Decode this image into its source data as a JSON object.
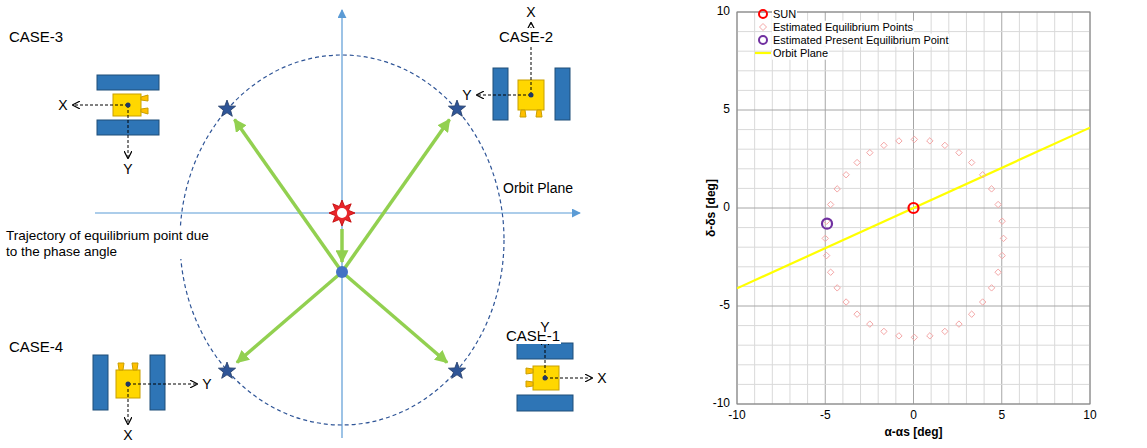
{
  "diagram": {
    "labels": [
      "CASE-3",
      "X",
      "Y",
      "CASE-2",
      "X",
      "Y",
      "Orbit Plane",
      "Trajectory of equilibrium point due to the phase angle",
      "CASE-4",
      "Y",
      "X",
      "CASE-1",
      "Y",
      "X",
      "10",
      "5",
      "0",
      "-5",
      "-10",
      "-10",
      "-5",
      "0",
      "5",
      "10",
      "δ-δs [deg]",
      "α-αs [deg]"
    ],
    "legend": [
      {
        "text": "SUN"
      },
      {
        "text": "Estimated Equilibrium Points"
      },
      {
        "text": "Estimated Present Equilibrium Point"
      },
      {
        "text": "Orbit Plane"
      }
    ]
  }
}
